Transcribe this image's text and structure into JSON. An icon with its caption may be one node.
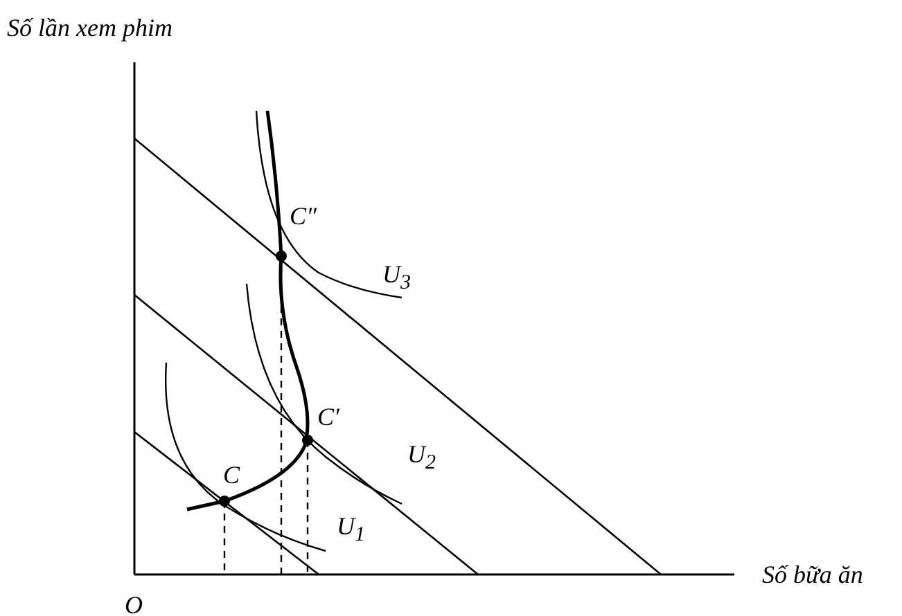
{
  "diagram": {
    "labels": [
      "Số lần xem phim",
      "C″",
      "U$_{3}$",
      "C′",
      "U$_{2}$",
      "C",
      "U$_{1}$",
      "Số bữa ăn",
      "O"
    ]
  }
}
